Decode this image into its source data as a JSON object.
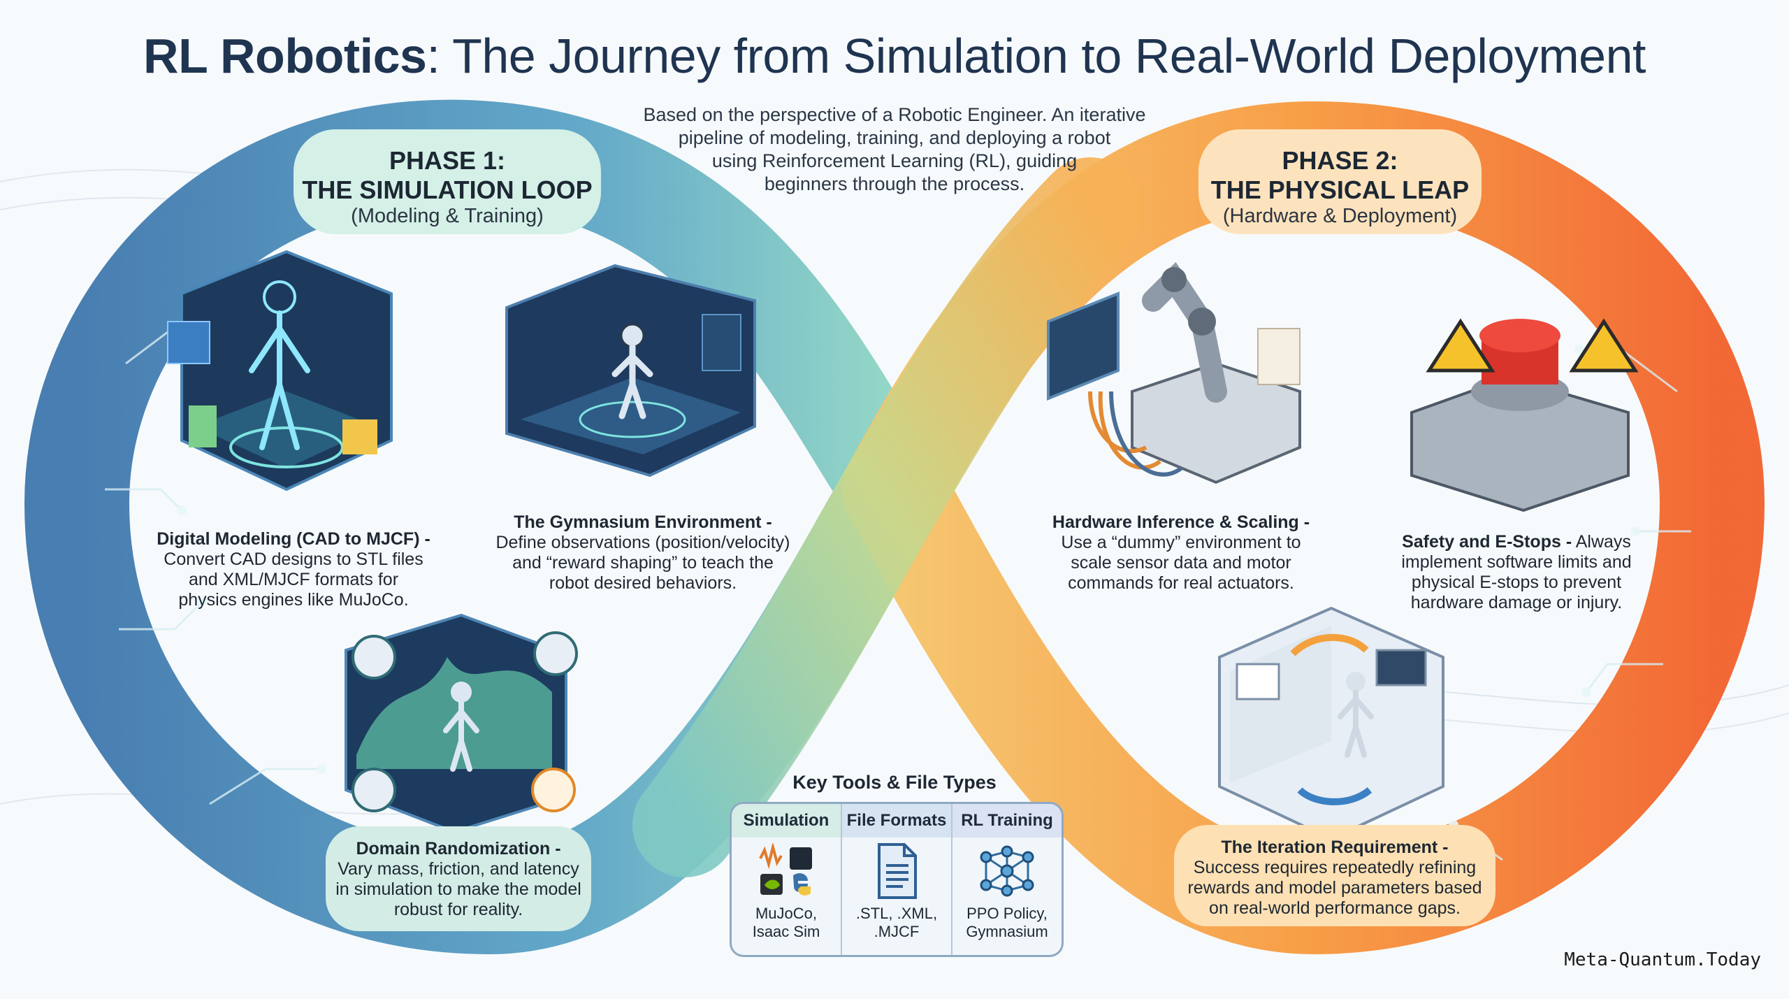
{
  "title": {
    "bold": "RL Robotics",
    "rest": ": The Journey from Simulation to Real-World Deployment"
  },
  "subtitle": [
    "Based on the perspective of a Robotic Engineer. An iterative",
    "pipeline of modeling, training, and deploying a robot",
    "using Reinforcement Learning (RL), guiding",
    "beginners through the process."
  ],
  "phase1": {
    "line1": "PHASE 1:",
    "line2": "THE SIMULATION LOOP",
    "line3": "(Modeling & Training)"
  },
  "phase2": {
    "line1": "PHASE 2:",
    "line2": "THE PHYSICAL LEAP",
    "line3": "(Hardware & Deployment)"
  },
  "steps": {
    "modeling": {
      "heading": "Digital Modeling (CAD to MJCF) -",
      "lines": [
        "Convert CAD designs to STL files",
        "and XML/MJCF formats for",
        "physics engines like MuJoCo."
      ]
    },
    "gym": {
      "heading": "The Gymnasium Environment -",
      "lines": [
        "Define observations (position/velocity)",
        "and “reward shaping” to teach the",
        "robot desired behaviors."
      ]
    },
    "randomization": {
      "heading": "Domain Randomization -",
      "lines": [
        "Vary mass, friction, and latency",
        "in simulation to make the model",
        "robust for reality."
      ]
    },
    "inference": {
      "heading": "Hardware Inference & Scaling -",
      "lines": [
        "Use a “dummy” environment to",
        "scale sensor data and motor",
        "commands for real actuators."
      ]
    },
    "safety": {
      "heading": "Safety and E-Stops -",
      "first": " Always",
      "lines": [
        "implement software limits and",
        "physical E-stops to prevent",
        "hardware damage or injury."
      ]
    },
    "iteration": {
      "heading": "The Iteration Requirement -",
      "lines": [
        "Success requires repeatedly refining",
        "rewards and model parameters based",
        "on real-world performance gaps."
      ]
    }
  },
  "tools": {
    "title": "Key Tools & File Types",
    "columns": [
      {
        "header": "Simulation",
        "values": [
          "MuJoCo,",
          "Isaac Sim"
        ]
      },
      {
        "header": "File Formats",
        "values": [
          ".STL, .XML,",
          ".MJCF"
        ]
      },
      {
        "header": "RL Training",
        "values": [
          "PPO Policy,",
          "Gymnasium"
        ]
      }
    ]
  },
  "watermark": "Meta-Quantum.Today",
  "colors": {
    "phase1_band": "#4f8fbf",
    "phase1_teal": "#86d3c2",
    "phase2_band": "#f7a240",
    "phase2_orange": "#f26b2c",
    "title": "#1f3450"
  }
}
